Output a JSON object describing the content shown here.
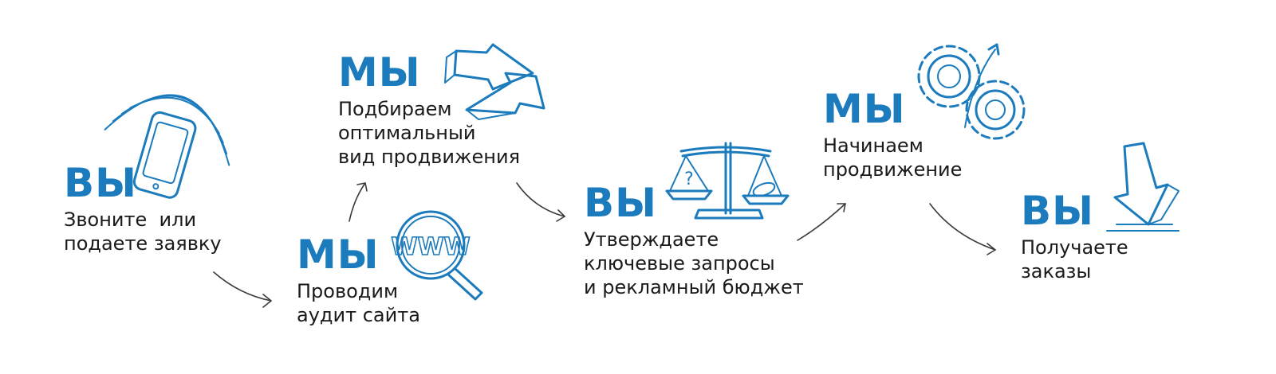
{
  "steps": [
    {
      "actor": "ВЫ",
      "text": "Звоните  или\nподаете заявку",
      "icon": "phone-icon"
    },
    {
      "actor": "МЫ",
      "text": "Проводим\nаудит сайта",
      "icon": "magnifier-www-icon"
    },
    {
      "actor": "МЫ",
      "text": "Подбираем\nоптимальный\nвид продвижения",
      "icon": "exchange-arrows-icon"
    },
    {
      "actor": "ВЫ",
      "text": "Утверждаете\nключевые запросы\nи рекламный бюджет",
      "icon": "scales-icon"
    },
    {
      "actor": "МЫ",
      "text": "Начинаем\nпродвижение",
      "icon": "gears-icon"
    },
    {
      "actor": "ВЫ",
      "text": "Получаете\nзаказы",
      "icon": "down-arrow-icon"
    }
  ],
  "icon_labels": {
    "www": "WWW",
    "question": "?"
  },
  "colors": {
    "accent": "#1b7bbd",
    "text": "#1a1a1a",
    "connector": "#3a3a3a"
  }
}
